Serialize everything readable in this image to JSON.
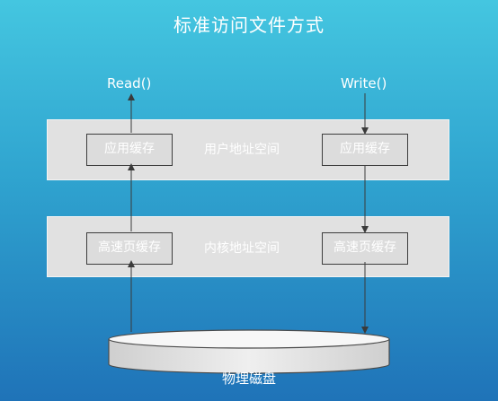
{
  "slide": {
    "title": "标准访问文件方式"
  },
  "calls": {
    "read": "Read()",
    "write": "Write()"
  },
  "user_space": {
    "label": "用户地址空间",
    "left_cache": "应用缓存",
    "right_cache": "应用缓存"
  },
  "kernel_space": {
    "label": "内核地址空间",
    "left_cache": "高速页缓存",
    "right_cache": "高速页缓存"
  },
  "disk": {
    "label": "物理磁盘"
  },
  "colors": {
    "background_top": "#44c6e0",
    "background_bottom": "#1f73b8",
    "band_fill": "#e1e1e1",
    "box_border": "#3d3d3d",
    "arrow": "#3a3a3a",
    "text": "#ffffff"
  }
}
